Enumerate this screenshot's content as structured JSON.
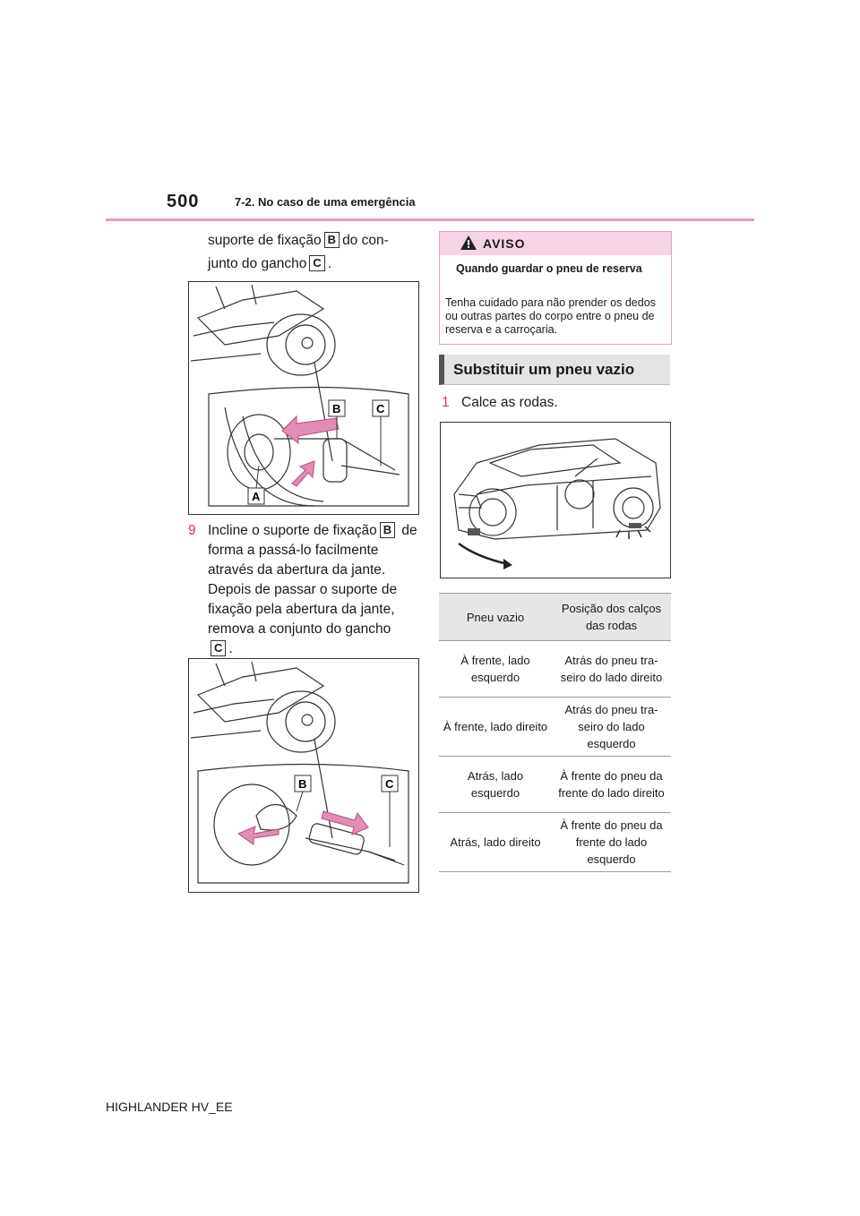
{
  "header": {
    "page_number": "500",
    "section": "7-2. No caso de uma emergência"
  },
  "left": {
    "intro": {
      "part1": "suporte de fixação",
      "key_b": "B",
      "part2": "do con-",
      "line2": "junto do gancho",
      "key_c": "C",
      "end": "."
    },
    "step9": {
      "number": "9",
      "text": "Incline o suporte de fixação",
      "key_b": "B",
      "text2": "de forma a passá-lo facilmente através da abertura da jante. Depois de passar o suporte de fixação pela abertura da jante, remova a conjunto do gancho",
      "key_c": "C",
      "end": "."
    },
    "fig1_labels": {
      "a": "A",
      "b": "B",
      "c": "C"
    },
    "fig2_labels": {
      "b": "B",
      "c": "C"
    }
  },
  "warning": {
    "title": "AVISO",
    "subtitle": "Quando guardar o pneu de reserva",
    "body": "Tenha cuidado para não prender os dedos ou outras partes do corpo entre o pneu de reserva e a carroçaria."
  },
  "section_heading": "Substituir um pneu vazio",
  "step1": {
    "number": "1",
    "text": "Calce as rodas."
  },
  "table": {
    "headers": [
      "Pneu vazio",
      "Posição dos calços das rodas"
    ],
    "rows": [
      [
        "À frente, lado esquerdo",
        "Atrás do pneu tra-seiro do lado direito"
      ],
      [
        "À frente, lado direito",
        "Atrás do pneu tra-seiro do lado esquerdo"
      ],
      [
        "Atrás, lado esquerdo",
        "À frente do pneu da frente do lado direito"
      ],
      [
        "Atrás, lado direito",
        "À frente do pneu da frente do lado esquerdo"
      ]
    ]
  },
  "footer": "HIGHLANDER HV_EE",
  "colors": {
    "accent": "#e79ac2",
    "warning_bg": "#f6d3e5",
    "arrow": "#e38cb4",
    "step_number": "#d22b7a"
  }
}
